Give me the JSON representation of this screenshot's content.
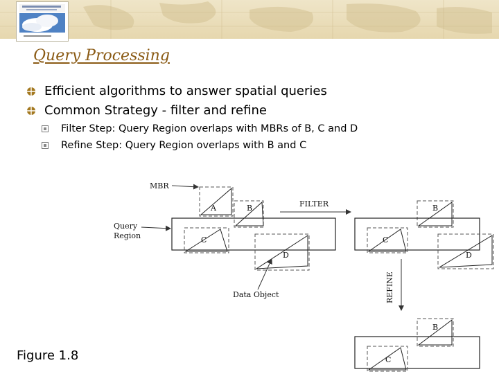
{
  "slide": {
    "title": "Query Processing",
    "bullets": [
      "Efficient algorithms to answer spatial queries",
      "Common Strategy - filter and refine"
    ],
    "sub_bullets": [
      "Filter Step: Query Region overlaps with MBRs of B, C and D",
      "Refine Step: Query Region overlaps with B and C"
    ],
    "caption": "Figure 1.8"
  },
  "figure": {
    "labels": {
      "mbr": "MBR",
      "query_region": [
        "Query",
        "Region"
      ],
      "data_object": "Data Object",
      "filter": "FILTER",
      "refine": "REFINE",
      "a": "A",
      "b": "B",
      "c": "C",
      "d": "D"
    }
  },
  "colors": {
    "banner": "#e9dcb8",
    "title": "#8a5a14",
    "bullet_icon": "#a3781f"
  }
}
